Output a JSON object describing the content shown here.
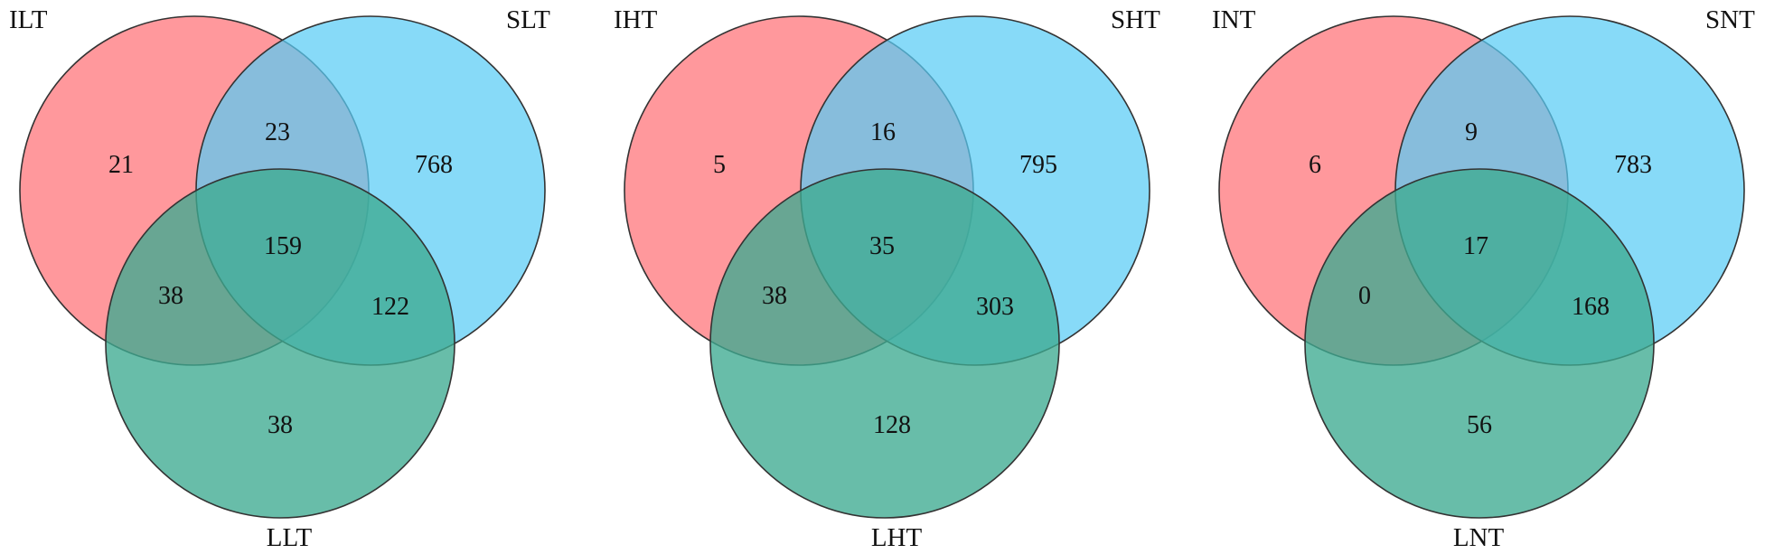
{
  "colors": {
    "set_a": "#ff7b80",
    "set_b": "#59ccf5",
    "set_c": "#3dab91"
  },
  "panels": [
    {
      "labels": {
        "a": "ILT",
        "b": "SLT",
        "c": "LLT"
      },
      "counts": {
        "a": "21",
        "ab": "23",
        "b": "768",
        "abc": "159",
        "ac": "38",
        "bc": "122",
        "c": "38"
      }
    },
    {
      "labels": {
        "a": "IHT",
        "b": "SHT",
        "c": "LHT"
      },
      "counts": {
        "a": "5",
        "ab": "16",
        "b": "795",
        "abc": "35",
        "ac": "38",
        "bc": "303",
        "c": "128"
      }
    },
    {
      "labels": {
        "a": "INT",
        "b": "SNT",
        "c": "LNT"
      },
      "counts": {
        "a": "6",
        "ab": "9",
        "b": "783",
        "abc": "17",
        "ac": "0",
        "bc": "168",
        "c": "56"
      }
    }
  ]
}
